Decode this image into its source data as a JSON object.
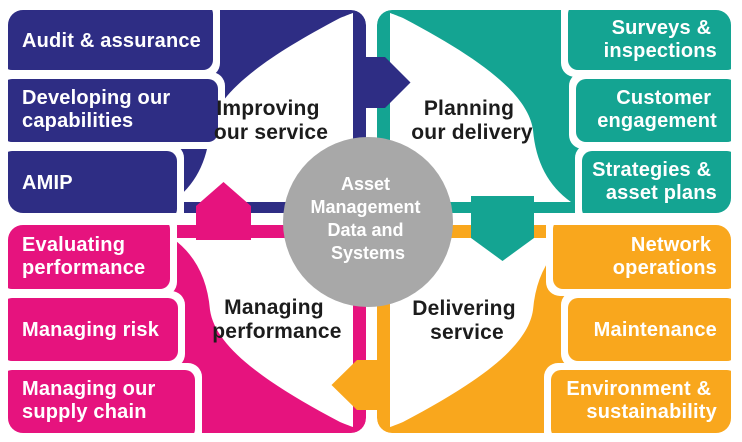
{
  "background": "#FFFFFF",
  "center_circle": {
    "color": "#A8A8A8",
    "text_color": "#FFFFFF",
    "lines": [
      "Asset",
      "Management",
      "Data and",
      "Systems"
    ]
  },
  "quadrants": [
    {
      "name": "improving-our-service",
      "color": "#2E2D84",
      "title_lines": [
        "Improving",
        "our service"
      ],
      "pills": [
        {
          "lines": [
            "Audit & assurance"
          ]
        },
        {
          "lines": [
            "Developing our",
            "capabilities"
          ]
        },
        {
          "lines": [
            "AMIP"
          ]
        }
      ]
    },
    {
      "name": "planning-our-delivery",
      "color": "#14A492",
      "title_lines": [
        "Planning",
        "our delivery"
      ],
      "pills": [
        {
          "lines": [
            "Surveys &",
            "inspections"
          ]
        },
        {
          "lines": [
            "Customer",
            "engagement"
          ]
        },
        {
          "lines": [
            "Strategies &",
            "asset plans"
          ]
        }
      ]
    },
    {
      "name": "managing-performance",
      "color": "#E6137E",
      "title_lines": [
        "Managing",
        "performance"
      ],
      "pills": [
        {
          "lines": [
            "Evaluating",
            "performance"
          ]
        },
        {
          "lines": [
            "Managing risk"
          ]
        },
        {
          "lines": [
            "Managing our",
            "supply chain"
          ]
        }
      ]
    },
    {
      "name": "delivering-service",
      "color": "#F9A71D",
      "title_lines": [
        "Delivering",
        "service"
      ],
      "pills": [
        {
          "lines": [
            "Network",
            "operations"
          ]
        },
        {
          "lines": [
            "Maintenance"
          ]
        },
        {
          "lines": [
            "Environment &",
            "sustainability"
          ]
        }
      ]
    }
  ],
  "arrows": [
    {
      "name": "managing-to-improving",
      "direction": "up",
      "color": "#E6137E"
    },
    {
      "name": "improving-to-planning",
      "direction": "right",
      "color": "#2E2D84"
    },
    {
      "name": "planning-to-delivering",
      "direction": "down",
      "color": "#14A492"
    },
    {
      "name": "delivering-to-managing",
      "direction": "left",
      "color": "#F9A71D"
    }
  ]
}
